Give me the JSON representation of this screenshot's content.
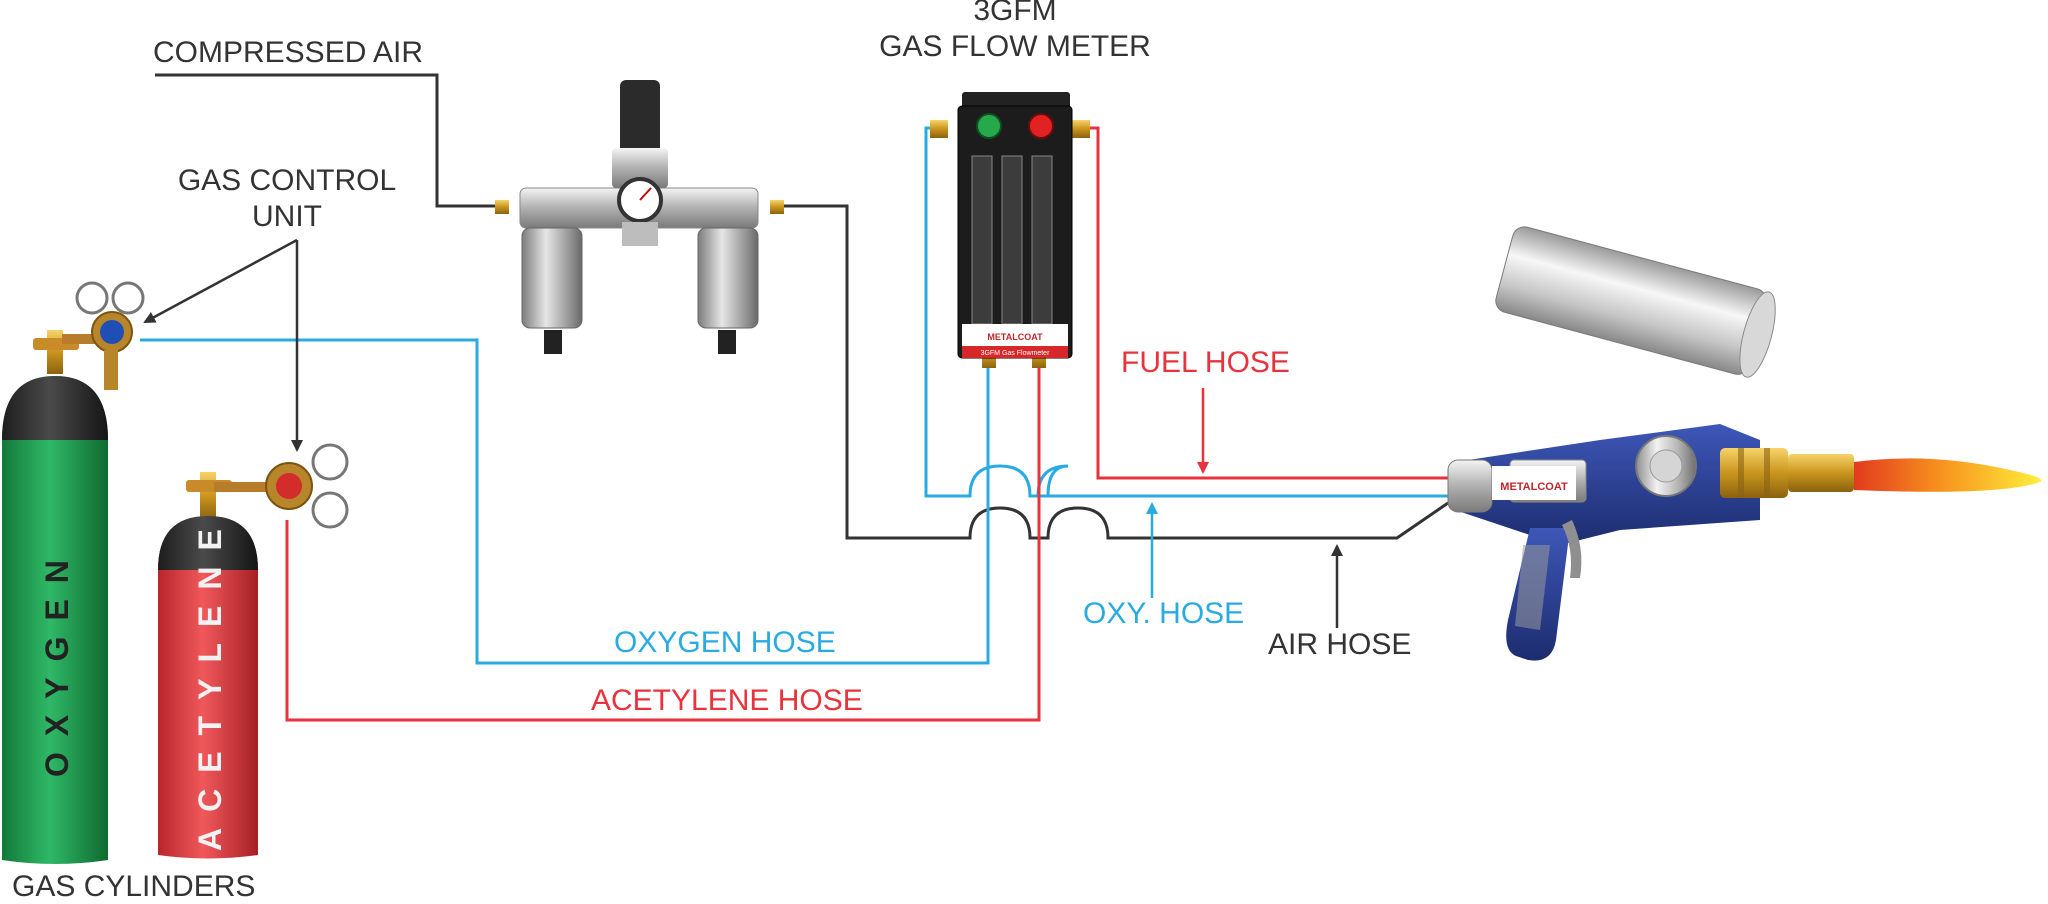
{
  "labels": {
    "compressed_air": "COMPRESSED AIR",
    "gas_control_line1": "GAS CONTROL",
    "gas_control_line2": "UNIT",
    "flow_meter_line1": "3GFM",
    "flow_meter_line2": "GAS FLOW METER",
    "fuel_hose": "FUEL HOSE",
    "oxy_hose": "OXY. HOSE",
    "air_hose": "AIR HOSE",
    "oxygen_hose": "OXYGEN HOSE",
    "acetylene_hose": "ACETYLENE HOSE",
    "gas_cylinders": "GAS CYLINDERS"
  },
  "cylinders": {
    "oxygen": "OXYGEN",
    "acetylene": "ACETYLENE"
  },
  "flowmeter": {
    "brand": "METALCOAT",
    "caption": "3GFM Gas Flowmeter"
  },
  "gun": {
    "brand": "METALCOAT"
  },
  "colors": {
    "oxygen_line": "#29abe2",
    "fuel_line": "#e8323c",
    "air_line": "#333333",
    "oxygen_cylinder": "#1e9a4f",
    "acetylene_cylinder": "#e03a3e",
    "gun_body": "#2a3f8f"
  }
}
